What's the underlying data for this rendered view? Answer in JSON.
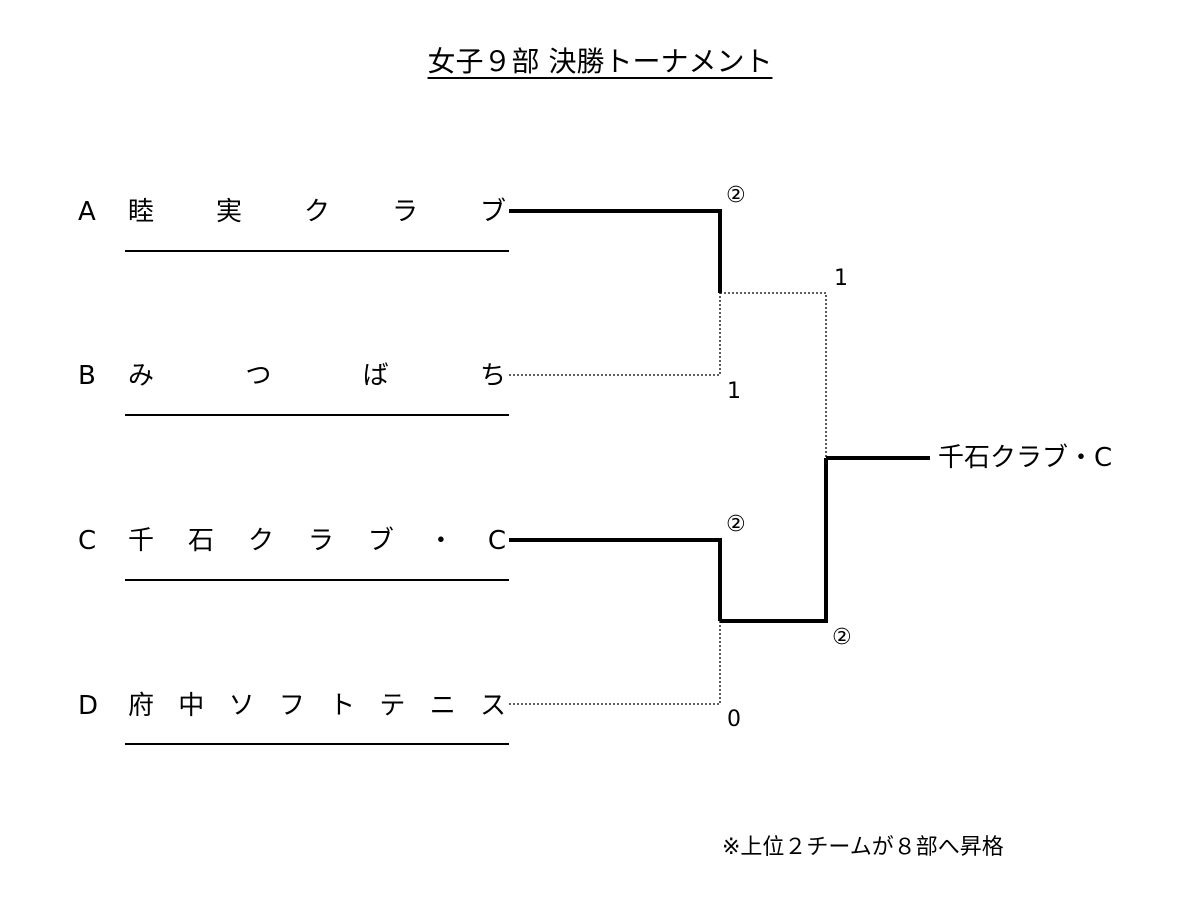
{
  "title": "女子９部 決勝トーナメント",
  "teams": [
    {
      "letter": "A",
      "chars": [
        "睦",
        "実",
        "ク",
        "ラ",
        "ブ"
      ]
    },
    {
      "letter": "B",
      "chars": [
        "み",
        "つ",
        "ば",
        "ち"
      ]
    },
    {
      "letter": "C",
      "chars": [
        "千",
        "石",
        "ク",
        "ラ",
        "ブ",
        "・",
        "C"
      ]
    },
    {
      "letter": "D",
      "chars": [
        "府",
        "中",
        "ソ",
        "フ",
        "ト",
        "テ",
        "ニ",
        "ス"
      ]
    }
  ],
  "matches": [
    {
      "round": 1,
      "top_team": "A",
      "bottom_team": "B",
      "top_score": "②",
      "bottom_score": "1",
      "winner": "top"
    },
    {
      "round": 1,
      "top_team": "C",
      "bottom_team": "D",
      "top_score": "②",
      "bottom_score": "0",
      "winner": "top"
    },
    {
      "round": 2,
      "top_score": "1",
      "bottom_score": "②",
      "winner": "bottom"
    }
  ],
  "champion": "千石クラブ・C",
  "note": "※上位２チームが８部へ昇格"
}
